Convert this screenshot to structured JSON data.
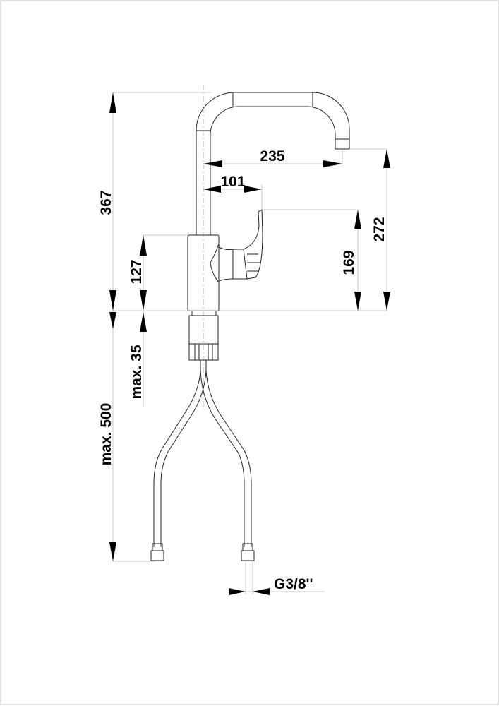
{
  "drawing": {
    "dimensions": {
      "total_height": "367",
      "body_height": "127",
      "spout_reach": "235",
      "lever_reach": "101",
      "lever_height": "169",
      "spout_outlet_height": "272",
      "max_countertop": "max. 35",
      "max_hose_length": "max. 500",
      "connection_thread": "G3/8''"
    }
  }
}
